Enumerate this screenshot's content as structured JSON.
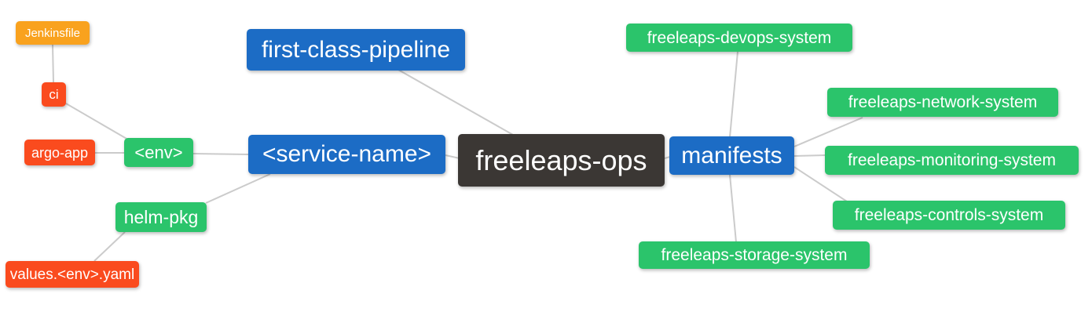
{
  "diagram": {
    "type": "mindmap",
    "root": "freeleaps-ops"
  },
  "palette": {
    "background": "#FFFFFF",
    "root_node_bg": "#3B3734",
    "branch_node_bg": "#1C6CC5",
    "green_node_bg": "#2BC46B",
    "red_node_bg": "#FA4B1E",
    "orange_node_bg": "#F9A21E",
    "node_text": "#FFFFFF",
    "connector_line": "#CBCBCB"
  },
  "nodes": {
    "root": {
      "label": "freeleaps-ops"
    },
    "first_class_pipeline": {
      "label": "first-class-pipeline"
    },
    "service_name": {
      "label": "<service-name>"
    },
    "env": {
      "label": "<env>"
    },
    "ci": {
      "label": "ci"
    },
    "jenkinsfile": {
      "label": "Jenkinsfile"
    },
    "argo_app": {
      "label": "argo-app"
    },
    "helm_pkg": {
      "label": "helm-pkg"
    },
    "values_env_yaml": {
      "label": "values.<env>.yaml"
    },
    "manifests": {
      "label": "manifests"
    },
    "devops_system": {
      "label": "freeleaps-devops-system"
    },
    "network_system": {
      "label": "freeleaps-network-system"
    },
    "monitoring_system": {
      "label": "freeleaps-monitoring-system"
    },
    "controls_system": {
      "label": "freeleaps-controls-system"
    },
    "storage_system": {
      "label": "freeleaps-storage-system"
    }
  },
  "edges": [
    {
      "from": "freeleaps-ops",
      "to": "first-class-pipeline"
    },
    {
      "from": "freeleaps-ops",
      "to": "<service-name>"
    },
    {
      "from": "freeleaps-ops",
      "to": "manifests"
    },
    {
      "from": "<service-name>",
      "to": "<env>"
    },
    {
      "from": "<service-name>",
      "to": "helm-pkg"
    },
    {
      "from": "<env>",
      "to": "ci"
    },
    {
      "from": "<env>",
      "to": "argo-app"
    },
    {
      "from": "ci",
      "to": "Jenkinsfile"
    },
    {
      "from": "helm-pkg",
      "to": "values.<env>.yaml"
    },
    {
      "from": "manifests",
      "to": "freeleaps-devops-system"
    },
    {
      "from": "manifests",
      "to": "freeleaps-network-system"
    },
    {
      "from": "manifests",
      "to": "freeleaps-monitoring-system"
    },
    {
      "from": "manifests",
      "to": "freeleaps-controls-system"
    },
    {
      "from": "manifests",
      "to": "freeleaps-storage-system"
    }
  ]
}
